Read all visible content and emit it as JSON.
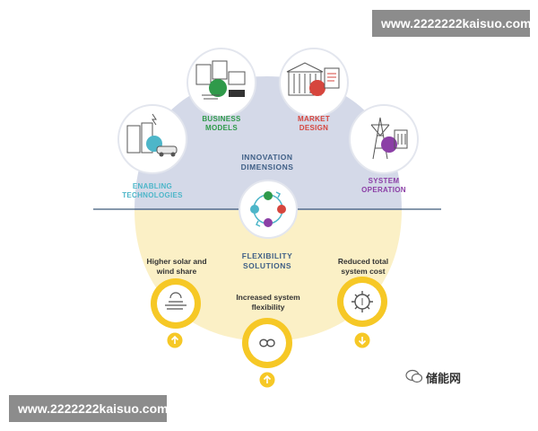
{
  "watermarks": {
    "top": "www.2222222kaisuo.com",
    "bottom": "www.2222222kaisuo.com"
  },
  "innovation": {
    "center_label": "INNOVATION DIMENSIONS",
    "dimensions": [
      {
        "label": "ENABLING TECHNOLOGIES",
        "color": "#4db6c9",
        "icon": "ev-charging-icon"
      },
      {
        "label": "BUSINESS MODELS",
        "color": "#2f9a4a",
        "icon": "business-models-icon"
      },
      {
        "label": "MARKET DESIGN",
        "color": "#d6453d",
        "icon": "market-building-icon"
      },
      {
        "label": "SYSTEM OPERATION",
        "color": "#8b3fa6",
        "icon": "transmission-tower-icon"
      }
    ]
  },
  "flexibility": {
    "center_label": "FLEXIBILITY SOLUTIONS",
    "outcomes": [
      {
        "caption": "Higher solar and wind share",
        "icon": "sun-wind-icon",
        "arrow": "up"
      },
      {
        "caption": "Increased system flexibility",
        "icon": "infinity-link-icon",
        "arrow": "up"
      },
      {
        "caption": "Reduced total system cost",
        "icon": "cost-gear-icon",
        "arrow": "down"
      }
    ]
  },
  "colors": {
    "upper_fill": "#d4d9e8",
    "lower_fill": "#fbf0c6",
    "ring_yellow": "#f6c826",
    "label_blue": "#3f5f86"
  },
  "brand": {
    "text": "储能网"
  }
}
